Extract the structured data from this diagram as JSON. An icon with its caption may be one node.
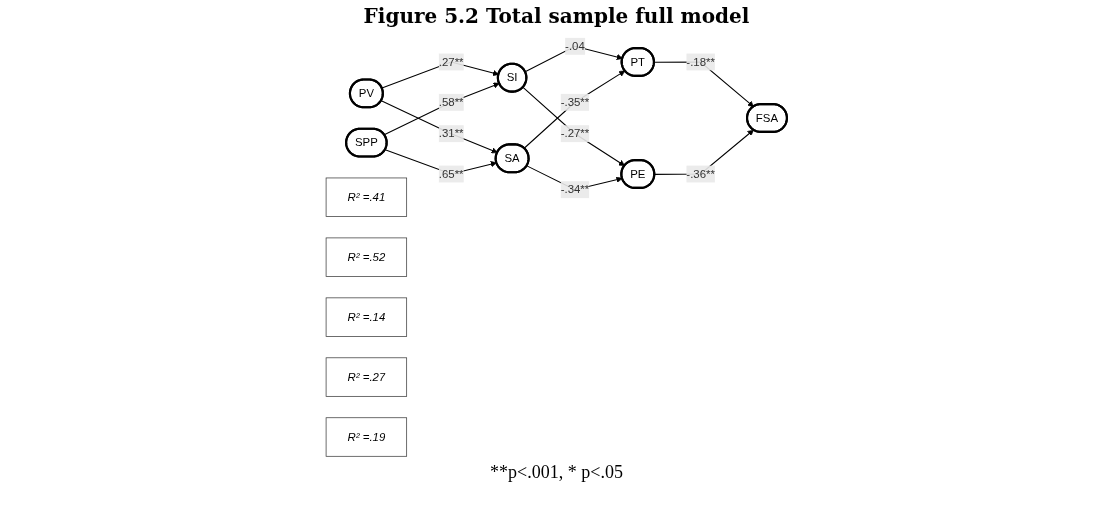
{
  "diagram": {
    "title": "Figure 5.2 Total sample full model",
    "nodes": [
      {
        "text": [
          "PV"
        ]
      },
      {
        "text": [
          "SPP"
        ]
      },
      {
        "text": [
          "SI"
        ]
      },
      {
        "text": [
          "SA"
        ]
      },
      {
        "text": [
          "PT"
        ]
      },
      {
        "text": [
          "PE"
        ]
      },
      {
        "text": [
          "FSA"
        ]
      },
      {
        "text": [
          "R² =.41"
        ]
      },
      {
        "text": [
          "R² =.52"
        ]
      },
      {
        "text": [
          "R² =.14"
        ]
      },
      {
        "text": [
          "R² =.27"
        ]
      },
      {
        "text": [
          "R² =.19"
        ]
      }
    ],
    "edges": [
      {
        "from": 0,
        "to": 2,
        "label": ".27**",
        "arrow": "to"
      },
      {
        "from": 0,
        "to": 3,
        "label": ".31**",
        "arrow": "to"
      },
      {
        "from": 1,
        "to": 2,
        "label": ".58**",
        "arrow": "to"
      },
      {
        "from": 1,
        "to": 3,
        "label": ".65**",
        "arrow": "to"
      },
      {
        "from": 2,
        "to": 4,
        "label": "-.04",
        "arrow": "to"
      },
      {
        "from": 2,
        "to": 5,
        "label": "-.27**",
        "arrow": "to"
      },
      {
        "from": 3,
        "to": 4,
        "label": "-.35**",
        "arrow": "to"
      },
      {
        "from": 3,
        "to": 5,
        "label": "-.34**",
        "arrow": "to"
      },
      {
        "from": 4,
        "to": 6,
        "label": "-.18**",
        "arrow": "to"
      },
      {
        "from": 5,
        "to": 6,
        "label": "-.36**",
        "arrow": "to"
      }
    ],
    "labels": [
      "**p<.001, * p<.05"
    ]
  }
}
